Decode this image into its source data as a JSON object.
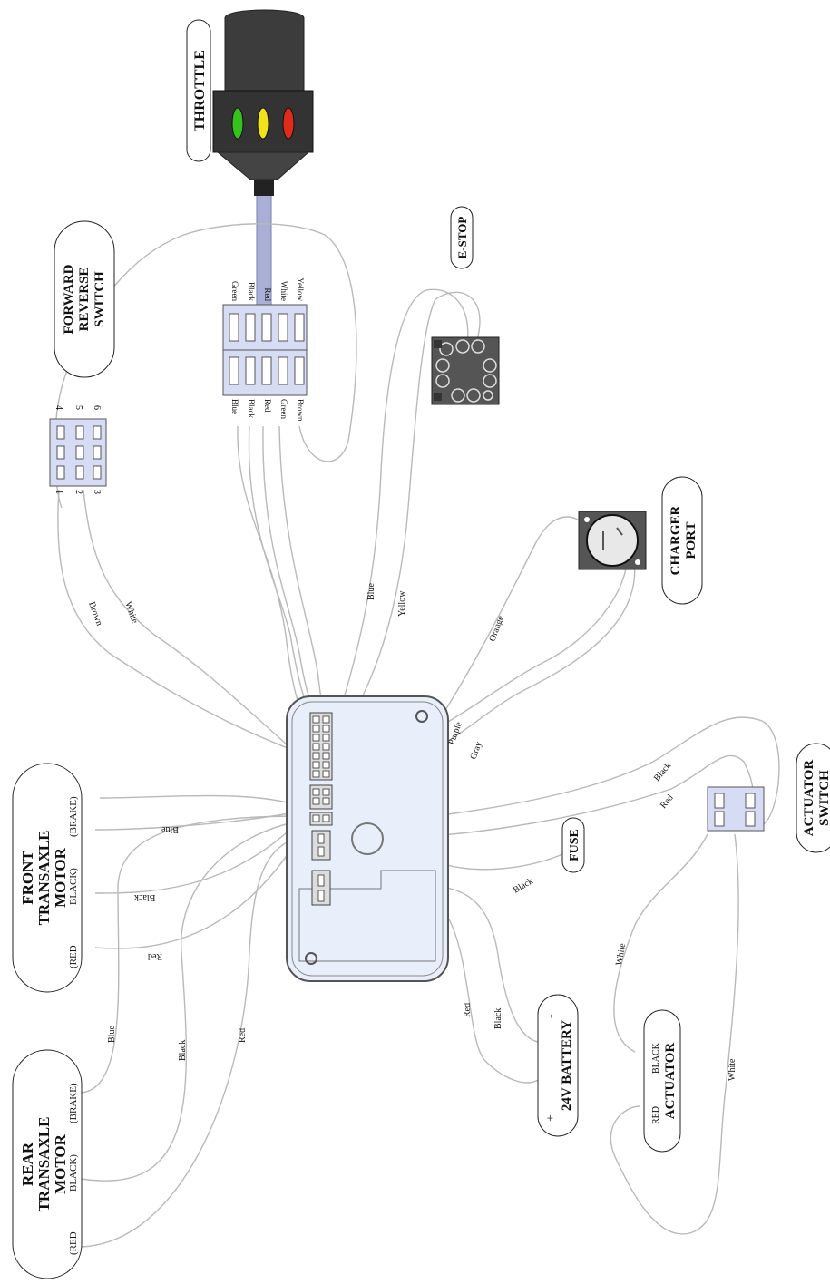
{
  "labels": {
    "throttle": "THROTTLE",
    "estop": "E-STOP",
    "fr_switch": [
      "FORWARD",
      "REVERSE",
      "SWITCH"
    ],
    "charger_port": [
      "CHARGER",
      "PORT"
    ],
    "front_motor": [
      "FRONT",
      "TRANSAXLE",
      "MOTOR"
    ],
    "rear_motor": [
      "REAR",
      "TRANSAXLE",
      "MOTOR"
    ],
    "actuator_switch": [
      "ACTUATOR",
      "SWITCH"
    ],
    "fuse": "FUSE",
    "battery": "24V BATTERY",
    "actuator": "ACTUATOR"
  },
  "motor_terminals": {
    "red": "(RED",
    "black": "BLACK)",
    "brake": "(BRAKE)"
  },
  "actuator_terminals": {
    "red": "RED",
    "black": "BLACK"
  },
  "battery_terminals": {
    "plus": "+",
    "minus": "-"
  },
  "throttle_plug_top": [
    "Green",
    "Black",
    "Red",
    "White",
    "Yellow"
  ],
  "throttle_plug_bottom": [
    "Blue",
    "Black",
    "Red",
    "Green",
    "Brown"
  ],
  "switch_pins": [
    "1",
    "2",
    "3",
    "4",
    "5",
    "6"
  ],
  "wire_labels": {
    "brown": "Brown",
    "white_sw": "White",
    "blue_ctrl": "Blue",
    "yellow": "Yellow",
    "orange": "Orange",
    "purple": "Purple",
    "gray": "Gray",
    "front_blue": "Blue",
    "front_black": "Black",
    "front_red": "Red",
    "rear_blue": "Blue",
    "rear_black": "Black",
    "rear_red": "Red",
    "act_black": "Black",
    "act_red": "Red",
    "fuse_black": "Black",
    "batt_red": "Red",
    "batt_black": "Black",
    "act_white_1": "White",
    "act_white_2": "White"
  },
  "colors": {
    "throttle_led_green": "#35c21a",
    "throttle_led_yellow": "#f2e21a",
    "throttle_led_red": "#e02a1a",
    "connector_fill": "#d7dcf5",
    "controller_fill": "#e9eefb",
    "wire": "#b9b9b9"
  }
}
